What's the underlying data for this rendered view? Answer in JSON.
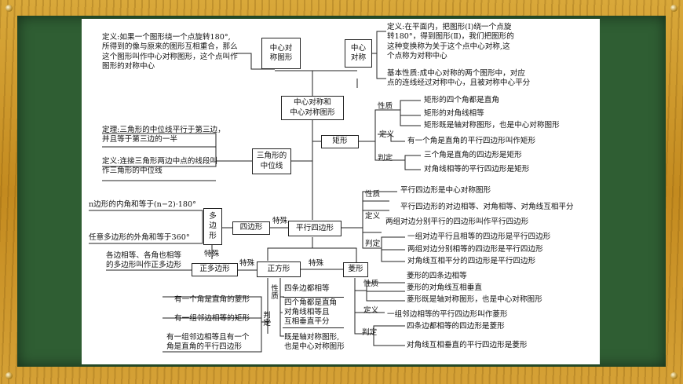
{
  "center": {
    "title_line1": "中心对称和",
    "title_line2": "中心对称图形"
  },
  "central_sym_figure": {
    "box_line1": "中心对",
    "box_line2": "称图形",
    "def_line1": "定义:如果一个图形绕一个点旋转180°,",
    "def_line2": "所得到的像与原来的图形互相重合，那么",
    "def_line3": "这个图形叫作中心对称图形，这个点叫作",
    "def_line4": "图形的对称中心"
  },
  "central_sym": {
    "box_line1": "中心",
    "box_line2": "对称",
    "def_line1": "定义:在平面内，把图形(Ⅰ)绕一个点旋",
    "def_line2": "转180°，得到图形(Ⅱ)，我们把图形的",
    "def_line3": "这种变换称为关于这个点中心对称,这",
    "def_line4": "个点称为对称中心",
    "prop_line1": "基本性质:成中心对称的两个图形中，对应",
    "prop_line2": "点的连线经过对称中心，且被对称中心平分"
  },
  "midline": {
    "box_line1": "三角形的",
    "box_line2": "中位线",
    "theorem_line1": "定理:三角形的中位线平行于第三边，",
    "theorem_line2": "并且等于第三边的一半",
    "def_line1": "定义:连接三角形两边中点的线段叫",
    "def_line2": "作三角形的中位线"
  },
  "rectangle": {
    "box": "矩形",
    "prop_label": "性质",
    "props": [
      "矩形的四个角都是直角",
      "矩形的对角线相等",
      "矩形既是轴对称图形，也是中心对称图形"
    ],
    "def_label": "定义",
    "definition": "有一个角是直角的平行四边形叫作矩形",
    "judge_label": "判定",
    "judges": [
      "三个角是直角的四边形是矩形",
      "对角线相等的平行四边形是矩形"
    ]
  },
  "polygon": {
    "box_line1": "多",
    "box_line2": "边",
    "box_line3": "形",
    "interior": "n边形的内角和等于(n−2)·180°",
    "exterior": "任意多边形的外角和等于360°",
    "regular_def_line1": "各边相等、各角也相等",
    "regular_def_line2": "的多边形叫作正多边形",
    "regular_box": "正多边形",
    "special": "特殊"
  },
  "quadrilateral": {
    "box": "四边形",
    "special": "特殊"
  },
  "parallelogram": {
    "box": "平行四边形",
    "prop_label": "性质",
    "props": [
      "平行四边形是中心对称图形",
      "平行四边形的对边相等、对角相等、对角线互相平分"
    ],
    "def_label": "定义",
    "definition": "两组对边分别平行的四边形叫作平行四边形",
    "judge_label": "判定",
    "judges": [
      "一组对边平行且相等的四边形是平行四边形",
      "两组对边分别相等的四边形是平行四边形",
      "对角线互相平分的四边形是平行四边形"
    ]
  },
  "square": {
    "box": "正方形",
    "special": "特殊",
    "prop_label": "性质",
    "props_line1": "四条边都相等",
    "props_line2": "四个角都是直角",
    "props_line3": "对角线相等且",
    "props_line4": "互相垂直平分",
    "props_line5": "既是轴对称图形,",
    "props_line6": "也是中心对称图形",
    "judge_label": "判定",
    "judges": [
      "有一个角是直角的菱形",
      "有一组邻边相等的矩形"
    ],
    "judge3_line1": "有一组邻边相等且有一个",
    "judge3_line2": "角是直角的平行四边形"
  },
  "rhombus": {
    "box": "菱形",
    "prop_label": "性质",
    "props": [
      "菱形的四条边相等",
      "菱形的对角线互相垂直",
      "菱形既是轴对称图形，也是中心对称图形"
    ],
    "def_label": "定义",
    "definition": "一组邻边相等的平行四边形叫作菱形",
    "judge_label": "判定",
    "judges": [
      "四条边都相等的四边形是菱形",
      "对角线互相垂直的平行四边形是菱形"
    ]
  }
}
